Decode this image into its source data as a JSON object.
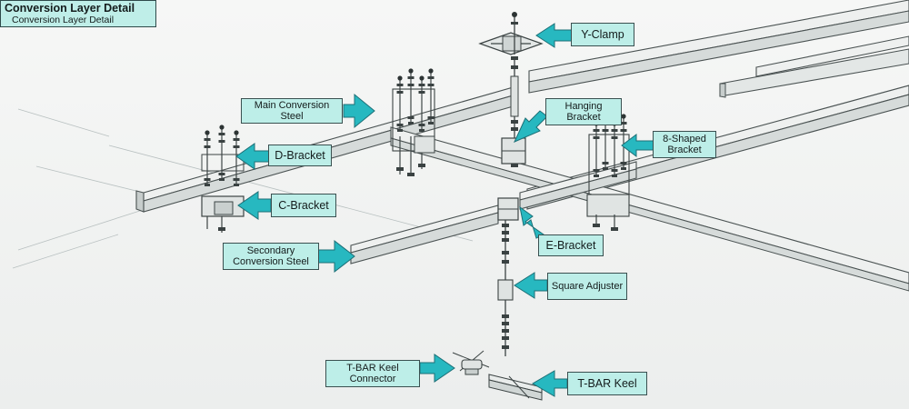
{
  "title": {
    "main": "Conversion Layer Detail",
    "sub": "Conversion Layer Detail"
  },
  "labels": {
    "y_clamp": "Y-Clamp",
    "main_conversion_steel": "Main Conversion Steel",
    "hanging_bracket": "Hanging Bracket",
    "eight_shaped_bracket": "8-Shaped Bracket",
    "d_bracket": "D-Bracket",
    "c_bracket": "C-Bracket",
    "secondary_conversion_steel": "Secondary Conversion Steel",
    "e_bracket": "E-Bracket",
    "square_adjuster": "Square Adjuster",
    "tbar_keel_connector": "T-BAR Keel Connector",
    "tbar_keel": "T-BAR Keel"
  },
  "colors": {
    "label_fill": "#bdeee8",
    "arrow_fill": "#27b8c0",
    "steel_fill": "#e9eceb",
    "line": "#4a5252"
  }
}
